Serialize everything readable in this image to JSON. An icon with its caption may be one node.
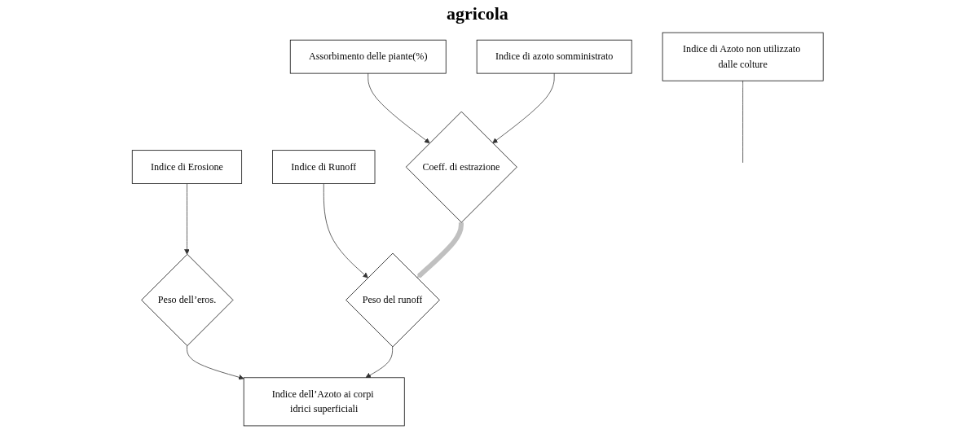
{
  "diagram": {
    "title": "agricola",
    "nodes": [
      {
        "text": [
          "Indice di Erosione"
        ]
      },
      {
        "text": [
          "Indice di Runoff"
        ]
      },
      {
        "text": [
          "Assorbimento delle piante(%)"
        ]
      },
      {
        "text": [
          "Peso dell’eros."
        ]
      },
      {
        "text": [
          "Peso del runoff"
        ]
      },
      {
        "text": [
          "Coeff. di estrazione"
        ]
      },
      {
        "text": [
          "Indice di azoto somministrato"
        ]
      },
      {
        "text": [
          "Indice dell’Azoto ai corpi idrici superficiali"
        ]
      },
      {
        "text": [
          "Indice di Azoto non utilizzato dalle colture"
        ]
      }
    ],
    "edges": [
      {
        "from": 0,
        "to": 3,
        "arrow": "to"
      },
      {
        "from": 1,
        "to": 4,
        "arrow": "to"
      },
      {
        "from": 2,
        "to": 5,
        "arrow": "to"
      },
      {
        "from": 6,
        "to": 5,
        "arrow": "to"
      },
      {
        "from": 5,
        "to": 4,
        "arrow": "to",
        "style": "thick",
        "color": "#c0c0c0"
      },
      {
        "from": 3,
        "to": 7,
        "arrow": "to"
      },
      {
        "from": 4,
        "to": 7,
        "arrow": "to"
      },
      {
        "from": 8,
        "to": null,
        "arrow": "none"
      }
    ]
  }
}
